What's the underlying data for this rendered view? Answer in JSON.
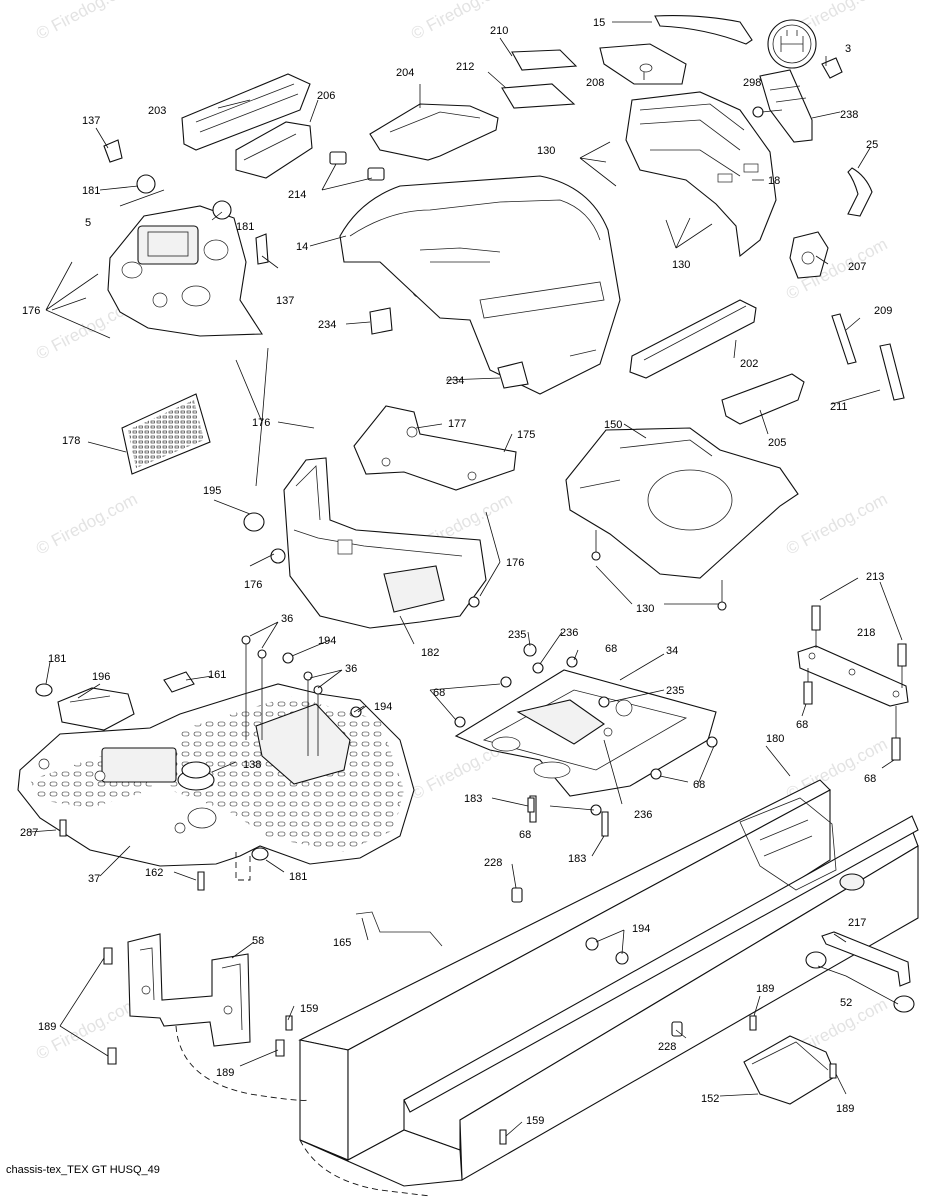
{
  "watermark": {
    "text": "© Firedog.com"
  },
  "caption": "chassis-tex_TEX GT HUSQ_49",
  "callouts": [
    "3",
    "5",
    "14",
    "15",
    "18",
    "25",
    "34",
    "36",
    "36",
    "37",
    "52",
    "58",
    "68",
    "68",
    "68",
    "68",
    "68",
    "68",
    "130",
    "130",
    "130",
    "130",
    "137",
    "137",
    "138",
    "150",
    "152",
    "159",
    "159",
    "161",
    "162",
    "165",
    "175",
    "176",
    "176",
    "176",
    "176",
    "177",
    "178",
    "180",
    "181",
    "181",
    "181",
    "181",
    "182",
    "183",
    "183",
    "189",
    "189",
    "189",
    "189",
    "194",
    "194",
    "194",
    "195",
    "196",
    "202",
    "203",
    "204",
    "205",
    "206",
    "207",
    "208",
    "209",
    "210",
    "211",
    "212",
    "213",
    "214",
    "217",
    "218",
    "228",
    "228",
    "234",
    "234",
    "235",
    "235",
    "236",
    "236",
    "238",
    "287",
    "298"
  ]
}
